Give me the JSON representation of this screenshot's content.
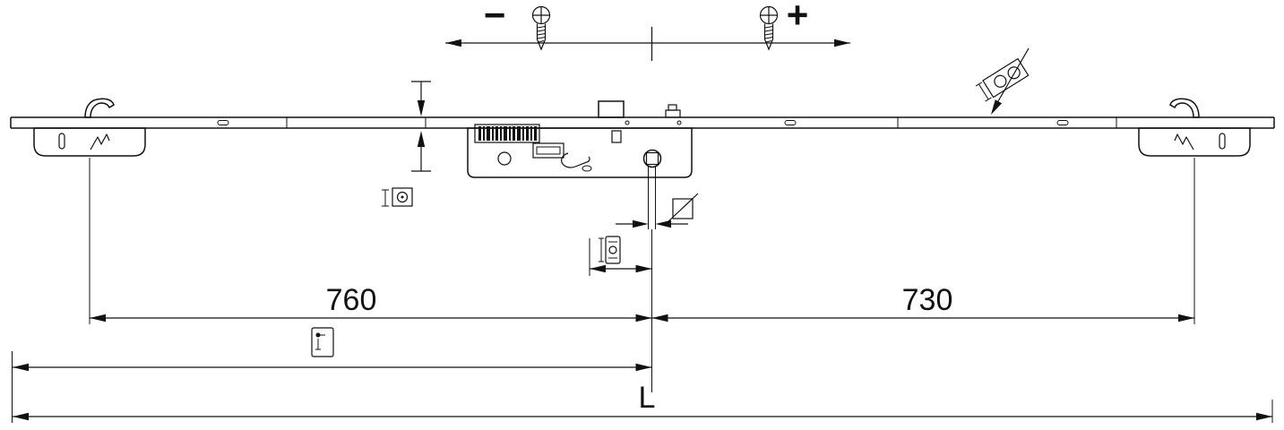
{
  "drawing": {
    "background": "#ffffff",
    "line_color": "#111111",
    "description": "Technical dimension drawing of a multi-point espagnolette lock rail with centre gearbox, end cams and adjustment screws"
  },
  "labels": {
    "adjust_minus": "−",
    "adjust_plus": "+",
    "dim_left_mm": "760",
    "dim_right_mm": "730",
    "dim_total": "L"
  },
  "icons": {
    "screw_left": "phillips-screw",
    "screw_right": "phillips-screw",
    "cam_adjust": "mushroom-cam",
    "roller": "roller-cam-height",
    "spindle": "square-spindle",
    "striker": "faceplate-section",
    "handle": "gear-centre-handle"
  }
}
